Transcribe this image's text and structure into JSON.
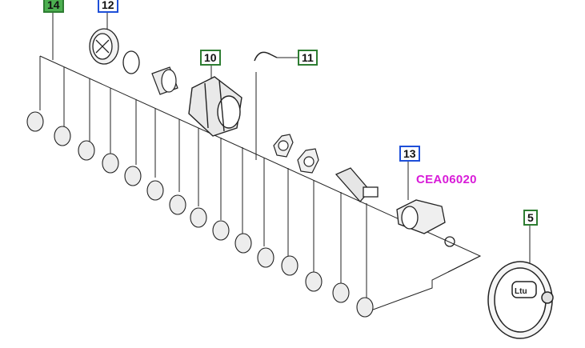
{
  "diagram": {
    "callouts": [
      {
        "id": "c14",
        "label": "14",
        "style": "green"
      },
      {
        "id": "c12",
        "label": "12",
        "style": "blue"
      },
      {
        "id": "c10",
        "label": "10",
        "style": "green"
      },
      {
        "id": "c11",
        "label": "11",
        "style": "green"
      },
      {
        "id": "c13",
        "label": "13",
        "style": "blue"
      },
      {
        "id": "c5",
        "label": "5",
        "style": "green"
      }
    ],
    "part_code": "CEA06020",
    "cap_emblem_text": "Ltu",
    "colors": {
      "callout_green": "#2e7d32",
      "callout_green_fill": "#4caf50",
      "callout_blue": "#1e4fd8",
      "code_magenta": "#d81bd8",
      "line": "#222222"
    }
  }
}
